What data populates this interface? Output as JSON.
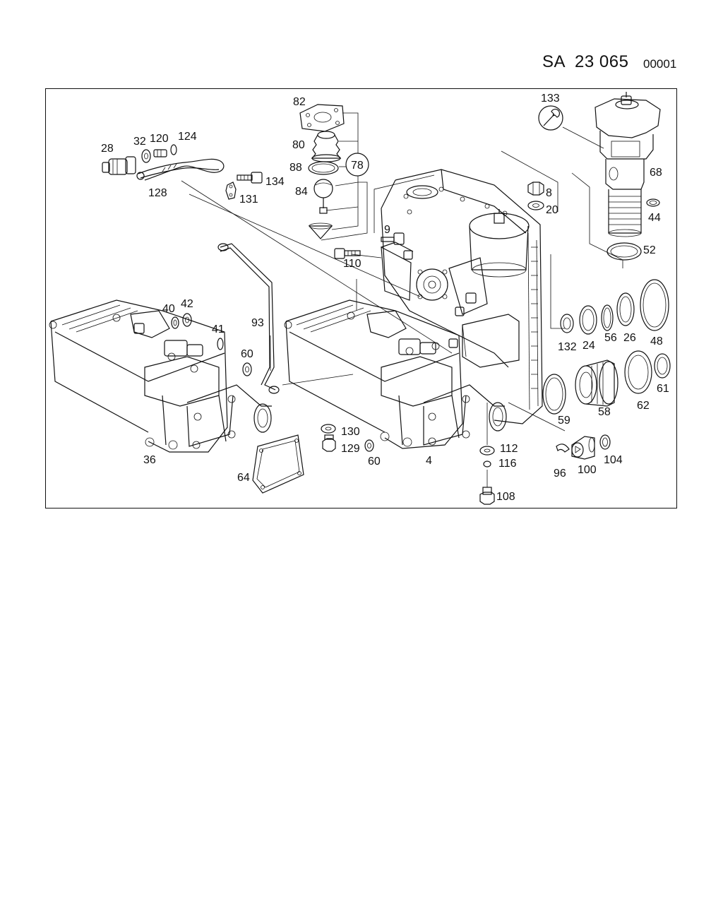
{
  "header": {
    "drawing_code": "SA  23 065",
    "sheet_number": "00001"
  },
  "diagram": {
    "part_labels": [
      "82",
      "80",
      "88",
      "78",
      "84",
      "28",
      "32",
      "120",
      "124",
      "128",
      "134",
      "131",
      "133",
      "68",
      "44",
      "52",
      "8",
      "20",
      "9",
      "110",
      "93",
      "40",
      "42",
      "41",
      "60",
      "36",
      "64",
      "130",
      "129",
      "60",
      "4",
      "112",
      "116",
      "108",
      "132",
      "24",
      "56",
      "26",
      "48",
      "58",
      "62",
      "61",
      "59",
      "96",
      "100",
      "104"
    ],
    "circled_label": "78",
    "icons": [
      "wrench-icon"
    ]
  }
}
